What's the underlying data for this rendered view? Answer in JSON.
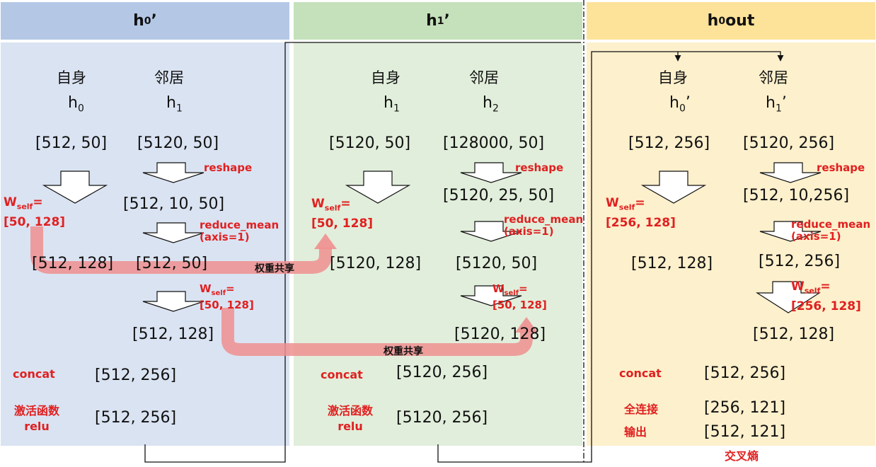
{
  "headers": {
    "h0p_base": "h",
    "h0p_sub": "0",
    "h0p_suffix": "’",
    "h1p_base": "h",
    "h1p_sub": "1",
    "h1p_suffix": "’",
    "hout_base": "h",
    "hout_sub": "0",
    "hout_suffix": "out"
  },
  "colors": {
    "panel1_header": "#b4c8e6",
    "panel1_body": "#dae3f2",
    "panel2_header": "#c5e1bb",
    "panel2_body": "#e1eedb",
    "panel3_header": "#fde29a",
    "panel3_body": "#fdf0cc",
    "accent_red": "#e02020",
    "share_arrow": "#ef8f8f"
  },
  "panel1": {
    "self_label": "自身",
    "neighbor_label": "邻居",
    "self_var": "h",
    "self_sub": "0",
    "neighbor_var": "h",
    "neighbor_sub": "1",
    "self_shape": "[512, 50]",
    "neighbor_shape": "[5120, 50]",
    "reshape": "reshape",
    "reshaped": "[512, 10, 50]",
    "reduce_mean_1": "reduce_mean",
    "reduce_mean_2": "(axis=1)",
    "self_w_label": "W",
    "self_w_sub": "self",
    "self_w_eq": "=",
    "self_w_shape": "[50, 128]",
    "self_proj": "[512, 128]",
    "neighbor_mean": "[512, 50]",
    "nbr_w_label": "W",
    "nbr_w_sub": "self",
    "nbr_w_eq": "=",
    "nbr_w_shape": "[50, 128]",
    "neighbor_proj": "[512, 128]",
    "concat": "concat",
    "concat_shape": "[512, 256]",
    "act_1": "激活函数",
    "act_2": "relu",
    "act_shape": "[512, 256]"
  },
  "panel2": {
    "self_label": "自身",
    "neighbor_label": "邻居",
    "self_var": "h",
    "self_sub": "1",
    "neighbor_var": "h",
    "neighbor_sub": "2",
    "self_shape": "[5120, 50]",
    "neighbor_shape": "[128000, 50]",
    "reshape": "reshape",
    "reshaped": "[5120, 25, 50]",
    "reduce_mean_1": "reduce_mean",
    "reduce_mean_2": "(axis=1)",
    "self_w_label": "W",
    "self_w_sub": "self",
    "self_w_eq": "=",
    "self_w_shape": "[50, 128]",
    "self_proj": "[5120, 128]",
    "neighbor_mean": "[5120, 50]",
    "nbr_w_label": "W",
    "nbr_w_sub": "self",
    "nbr_w_eq": "=",
    "nbr_w_shape": "[50, 128]",
    "neighbor_proj": "[5120, 128]",
    "concat": "concat",
    "concat_shape": "[5120, 256]",
    "act_1": "激活函数",
    "act_2": "relu",
    "act_shape": "[5120, 256]"
  },
  "panel3": {
    "self_label": "自身",
    "neighbor_label": "邻居",
    "self_var": "h",
    "self_sub": "0",
    "self_suffix": "’",
    "neighbor_var": "h",
    "neighbor_sub": "1",
    "neighbor_suffix": "’",
    "self_shape": "[512, 256]",
    "neighbor_shape": "[5120, 256]",
    "reshape": "reshape",
    "reshaped": "[512, 10,256]",
    "reduce_mean_1": "reduce_mean",
    "reduce_mean_2": "(axis=1)",
    "self_w_label": "W",
    "self_w_sub": "self",
    "self_w_eq": "=",
    "self_w_shape": "[256, 128]",
    "self_proj": "[512, 128]",
    "neighbor_mean": "[512, 256]",
    "nbr_w_label": "W",
    "nbr_w_sub": "self",
    "nbr_w_eq": "=",
    "nbr_w_shape": "[256, 128]",
    "neighbor_proj": "[512, 128]",
    "concat": "concat",
    "concat_shape": "[512, 256]",
    "fc_label": "全连接",
    "fc_shape": "[256, 121]",
    "out_label": "输出",
    "out_shape": "[512, 121]",
    "loss_label": "交叉熵"
  },
  "share_label_1": "权重共享",
  "share_label_2": "权重共享"
}
